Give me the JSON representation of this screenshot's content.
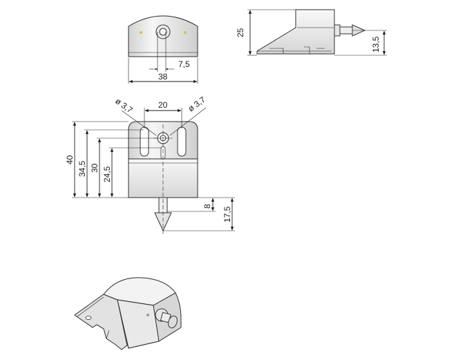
{
  "drawing": {
    "front_view": {
      "width": "38",
      "offset": "7,5"
    },
    "side_view": {
      "height": "25",
      "pin_height": "13,5"
    },
    "top_view": {
      "hole_left": "ø 3,7",
      "hole_right": "ø 3,7",
      "hole_spacing": "20",
      "h_total": "40",
      "h_34_5": "34,5",
      "h_30": "30",
      "h_24_5": "24,5",
      "pin_8": "8",
      "pin_17_5": "17,5"
    }
  },
  "colors": {
    "body_light": "#f4f4f4",
    "body_mid": "#dcdcdc",
    "body_dark": "#bfbfbf",
    "dimension_line": "#1a1a1a",
    "dot_yellow": "#d8c23a"
  }
}
